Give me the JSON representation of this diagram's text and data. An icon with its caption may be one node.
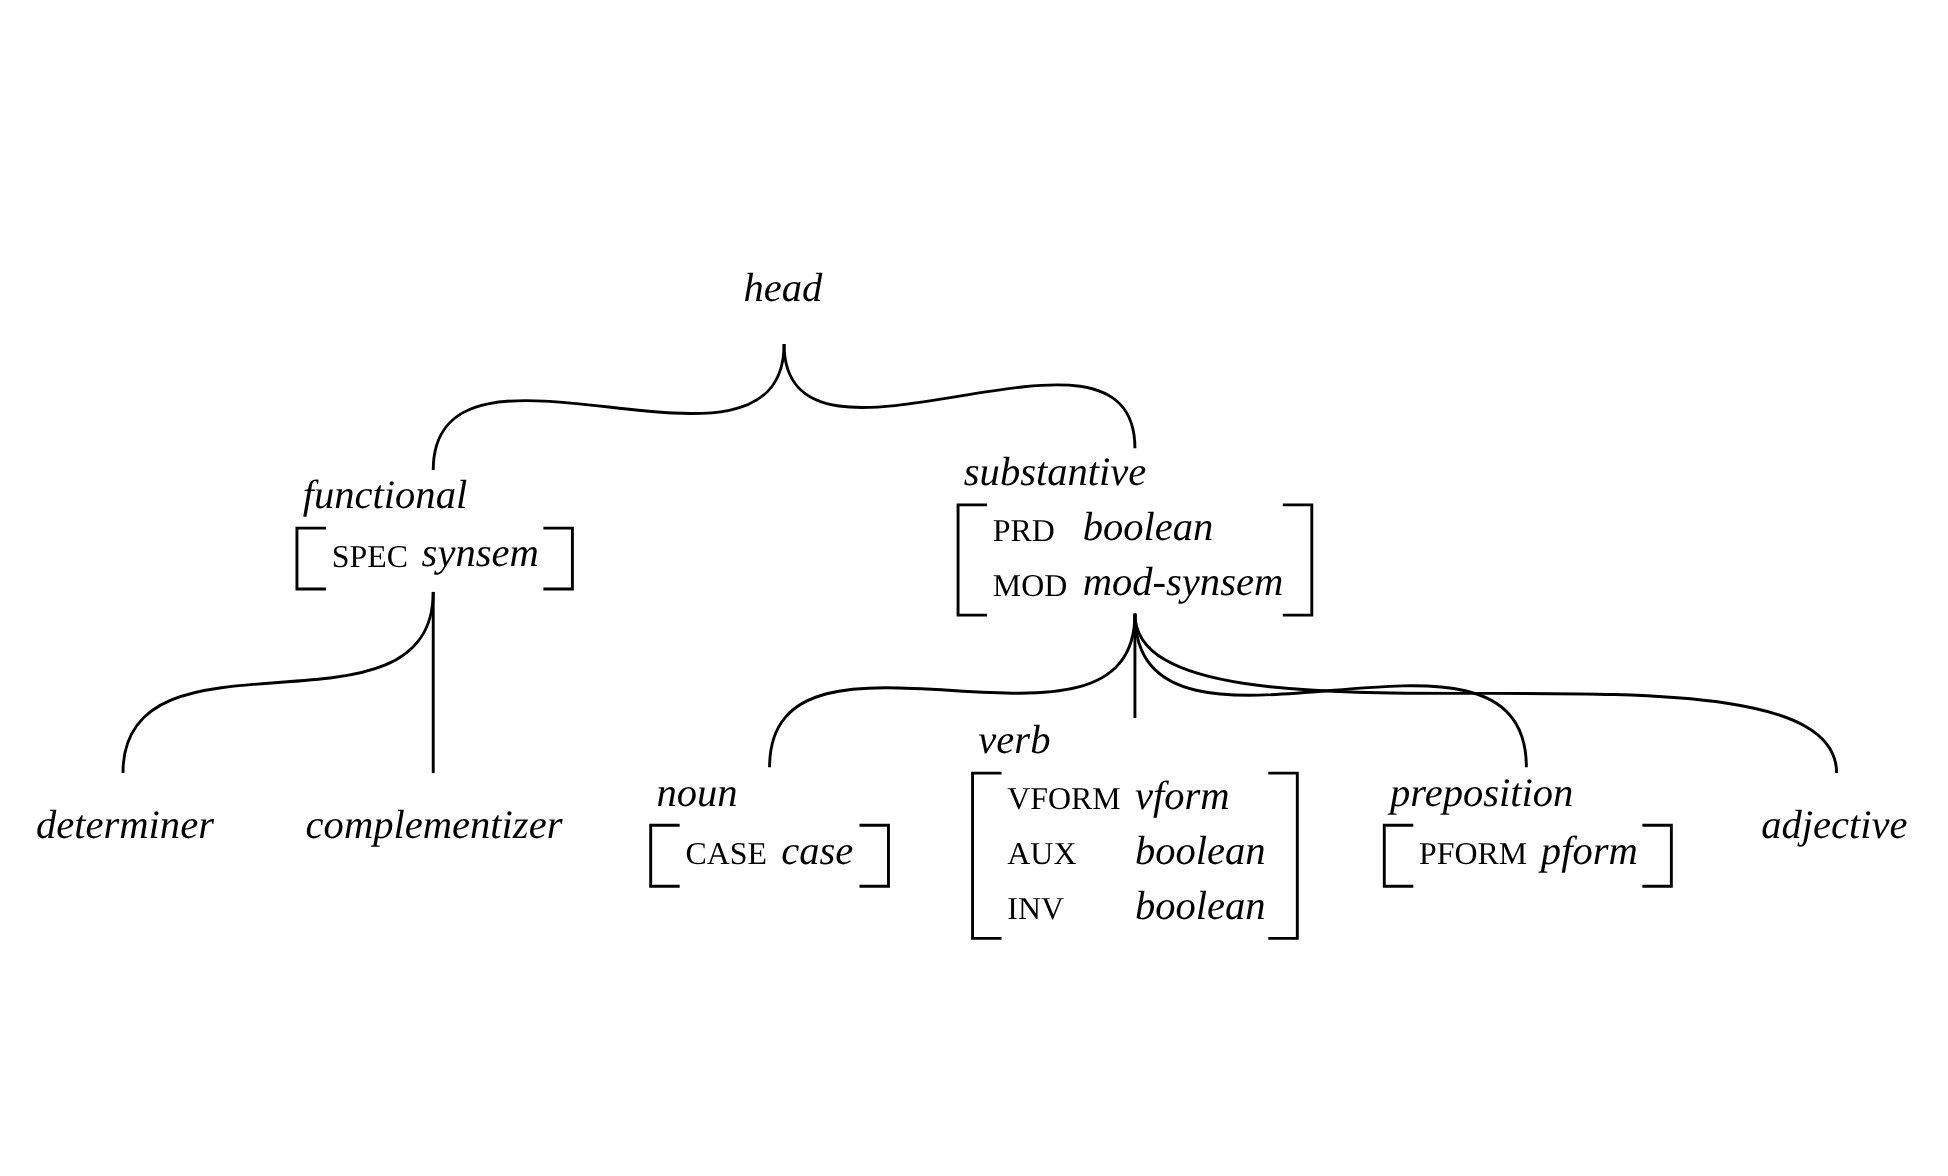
{
  "diagram": {
    "nodes": [
      {
        "text": [
          "head"
        ]
      },
      {
        "text": [
          "functional",
          "SPEC",
          "synsem"
        ]
      },
      {
        "text": [
          "determiner"
        ]
      },
      {
        "text": [
          "complementizer"
        ]
      },
      {
        "text": [
          "substantive",
          "PRD",
          "boolean",
          "MOD",
          "mod-synsem"
        ]
      },
      {
        "text": [
          "noun",
          "CASE",
          "case"
        ]
      },
      {
        "text": [
          "verb",
          "VFORM",
          "vform",
          "AUX",
          "boolean",
          "INV",
          "boolean"
        ]
      },
      {
        "text": [
          "preposition",
          "PFORM",
          "pform"
        ]
      },
      {
        "text": [
          "adjective"
        ]
      }
    ],
    "edges": [
      {
        "from": 0,
        "to": 1,
        "arrow": "none"
      },
      {
        "from": 0,
        "to": 4,
        "arrow": "none"
      },
      {
        "from": 1,
        "to": 2,
        "arrow": "none"
      },
      {
        "from": 1,
        "to": 3,
        "arrow": "none"
      },
      {
        "from": 4,
        "to": 5,
        "arrow": "none"
      },
      {
        "from": 4,
        "to": 6,
        "arrow": "none"
      },
      {
        "from": 4,
        "to": 7,
        "arrow": "none"
      },
      {
        "from": 4,
        "to": 8,
        "arrow": "none"
      }
    ]
  }
}
